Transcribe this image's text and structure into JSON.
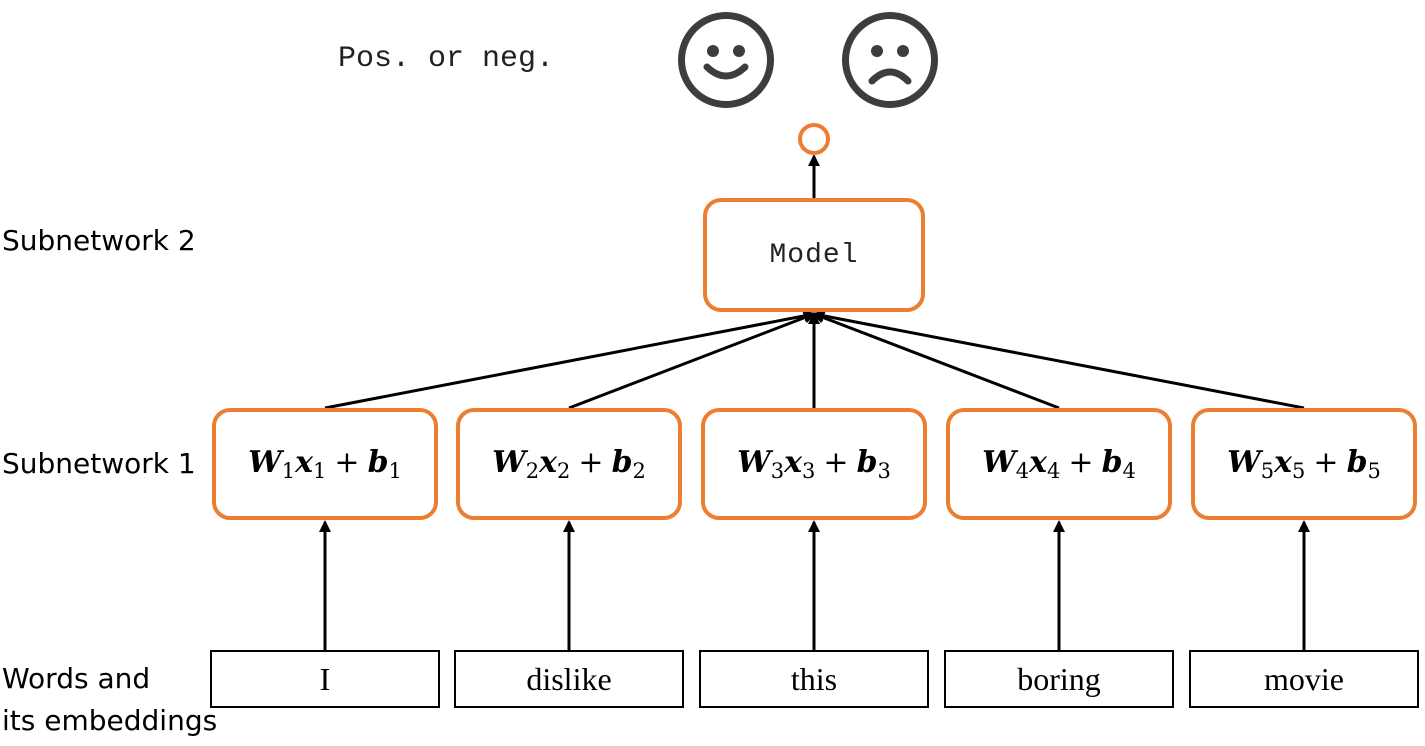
{
  "layer_labels": {
    "subnetwork2": "Subnetwork 2",
    "subnetwork1": "Subnetwork 1",
    "words_line1": "Words and",
    "words_line2": "its embeddings"
  },
  "output_label": "Pos. or neg.",
  "icons": [
    "smiling-face-icon",
    "frowning-face-icon"
  ],
  "model_label": "Model",
  "units": [
    {
      "index": "1",
      "word": "I"
    },
    {
      "index": "2",
      "word": "dislike"
    },
    {
      "index": "3",
      "word": "this"
    },
    {
      "index": "4",
      "word": "boring"
    },
    {
      "index": "5",
      "word": "movie"
    }
  ],
  "formula_symbols": {
    "W": "W",
    "x": "x",
    "plus": "+",
    "b": "b"
  },
  "colors": {
    "accent": "#ed7d31",
    "line": "#000000",
    "icon": "#3d3d3d"
  }
}
